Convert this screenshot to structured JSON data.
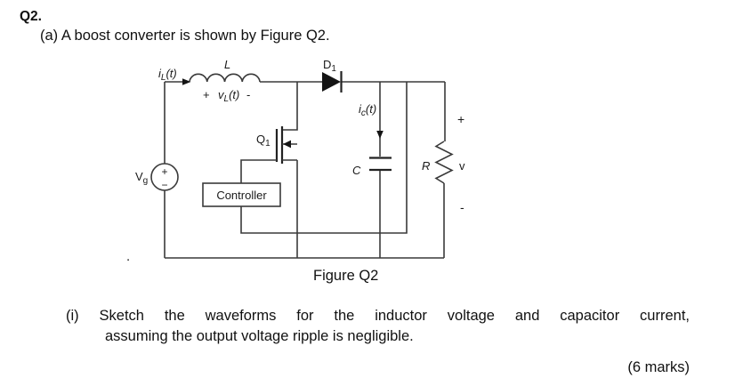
{
  "header": {
    "question_number": "Q2.",
    "part_a": "(a) A boost converter is shown by Figure Q2."
  },
  "figure": {
    "caption": "Figure Q2",
    "stray_dot": ".",
    "labels": {
      "inductor_current_main": "i",
      "inductor_current_sub": "L",
      "inductor_current_rest": "(t)",
      "inductor": "L",
      "vl_plus": "+",
      "vl_main": "v",
      "vl_sub": "L",
      "vl_rest": "(t)",
      "vl_minus": "-",
      "diode_main": "D",
      "diode_sub": "1",
      "mosfet_main": "Q",
      "mosfet_sub": "1",
      "source_main": "V",
      "source_sub": "g",
      "source_plus": "+",
      "source_minus": "−",
      "controller": "Controller",
      "cap_current_main": "i",
      "cap_current_sub": "c",
      "cap_current_rest": "(t)",
      "capacitor": "C",
      "resistor": "R",
      "output_voltage": "v",
      "output_plus": "+",
      "output_minus": "-"
    }
  },
  "question": {
    "part_i_line1": "(i) Sketch the waveforms for the inductor voltage and capacitor current,",
    "part_i_line2": "assuming the output voltage ripple is negligible.",
    "marks": "(6 marks)"
  },
  "colors": {
    "ink": "#1a1a1a",
    "wire": "#3a3a3a",
    "background": "#ffffff"
  }
}
